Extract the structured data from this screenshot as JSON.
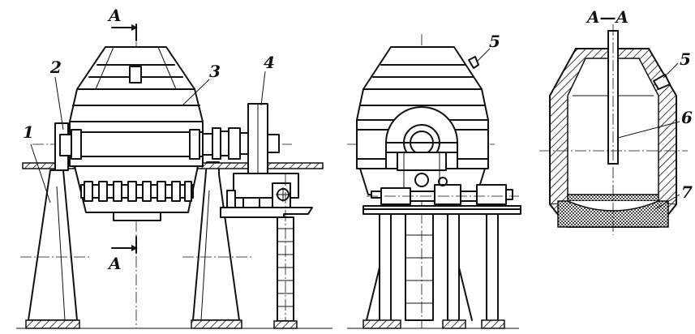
{
  "labels": {
    "part1": "1",
    "part2": "2",
    "part3": "3",
    "part4": "4",
    "part5_front": "5",
    "part5_section": "5",
    "part6": "6",
    "part7": "7",
    "section_top": "A",
    "section_bottom": "A",
    "section_title": "A—A"
  },
  "colors": {
    "ink": "#111111",
    "paper": "#ffffff"
  }
}
